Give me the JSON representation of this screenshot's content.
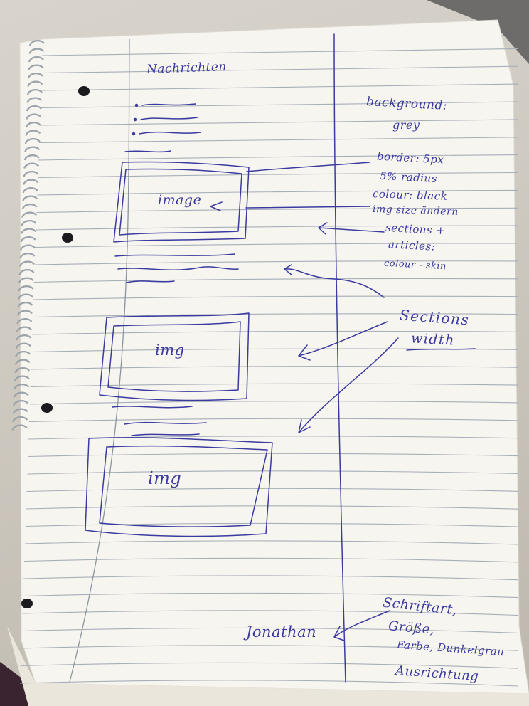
{
  "notebook": {
    "page_heading": "Nachrichten",
    "image_boxes": [
      {
        "label": "image"
      },
      {
        "label": "img"
      },
      {
        "label": "img"
      }
    ],
    "margin_notes": [
      "background:",
      "grey",
      "border: 5px",
      "5% radius",
      "colour: black",
      "img size ändern",
      "sections +",
      "articles:",
      "colour - skin",
      "Sections",
      "width",
      "Schriftart,",
      "Größe,",
      "Farbe, Dunkelgrau",
      "Ausrichtung"
    ],
    "footer_name": "Jonathan"
  },
  "colors": {
    "ink": "#3b3aa0",
    "paper": "#f7f5ef",
    "rule_lines": "#a6aeb8",
    "desk": "#cfcac1",
    "spiral": "#9aa2aa"
  }
}
